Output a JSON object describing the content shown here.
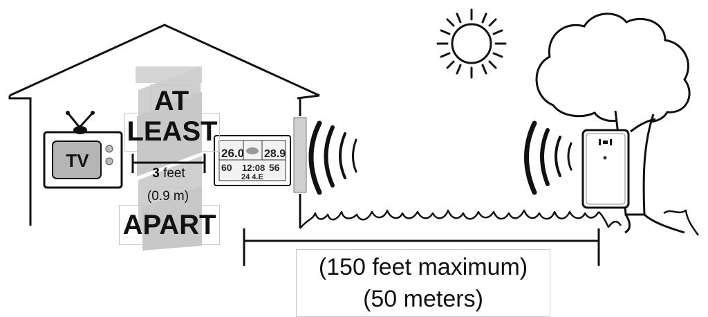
{
  "tv": {
    "label": "TV"
  },
  "placement": {
    "line1": "AT",
    "line2": "LEAST",
    "distance_value": "3",
    "distance_unit": "feet",
    "distance_metric": "(0.9 m)",
    "line3": "APART"
  },
  "range": {
    "line1": "(150 feet maximum)",
    "line2": "(50 meters)"
  },
  "station_display": {
    "top_left": "26.0",
    "top_right": "28.9",
    "mid_left": "60",
    "clock": "12:08",
    "mid_right": "56",
    "date": "24 4.E"
  }
}
